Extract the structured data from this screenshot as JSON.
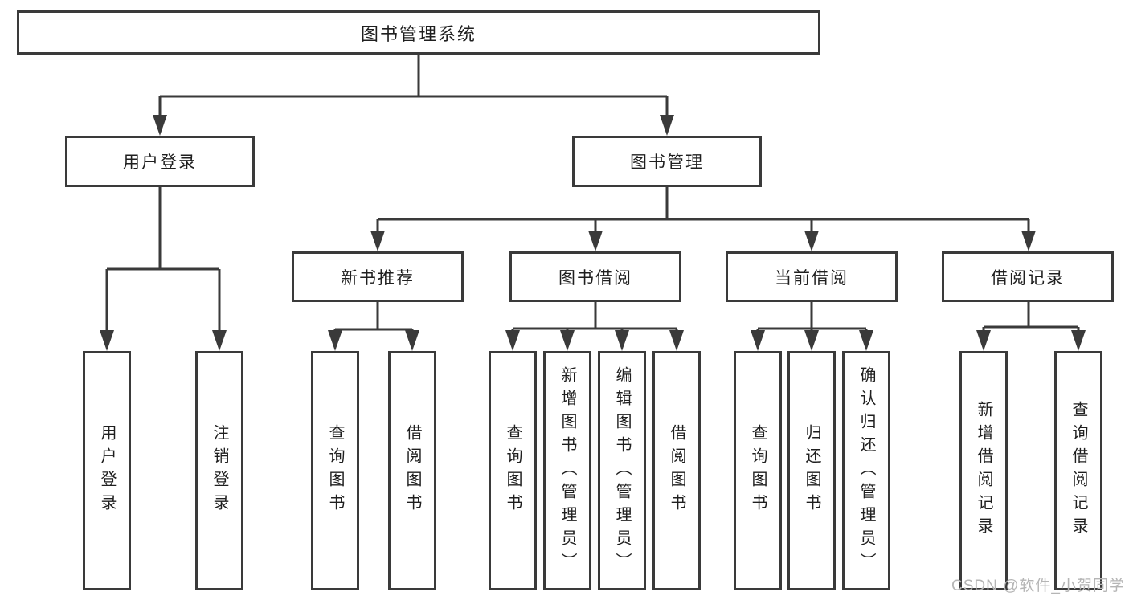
{
  "nodes": {
    "root": {
      "label": "图书管理系统"
    },
    "user_login": {
      "label": "用户登录"
    },
    "book_mgmt": {
      "label": "图书管理"
    },
    "new_book_rec": {
      "label": "新书推荐"
    },
    "book_borrow": {
      "label": "图书借阅"
    },
    "current_borrow": {
      "label": "当前借阅"
    },
    "borrow_records": {
      "label": "借阅记录"
    },
    "user_login_leaf": {
      "label": "用户登录"
    },
    "logout_leaf": {
      "label": "注销登录"
    },
    "nbr_query_books": {
      "label": "查询图书"
    },
    "nbr_borrow_books": {
      "label": "借阅图书"
    },
    "bb_query_books": {
      "label": "查询图书"
    },
    "bb_add_books_admin": {
      "label": "新增图书（管理员）"
    },
    "bb_edit_books_admin": {
      "label": "编辑图书（管理员）"
    },
    "bb_borrow_books": {
      "label": "借阅图书"
    },
    "cb_query_books": {
      "label": "查询图书"
    },
    "cb_return_books": {
      "label": "归还图书"
    },
    "cb_confirm_return_admin": {
      "label": "确认归还（管理员）"
    },
    "br_add_record": {
      "label": "新增借阅记录"
    },
    "br_query_record": {
      "label": "查询借阅记录"
    }
  },
  "watermark": {
    "text": "CSDN @软件_小贺同学"
  },
  "colors": {
    "line": "#3a3a3a",
    "box_border": "#3a3a3a",
    "text": "#1f1f1f",
    "watermark": "#b5b5b5",
    "background": "#ffffff"
  }
}
